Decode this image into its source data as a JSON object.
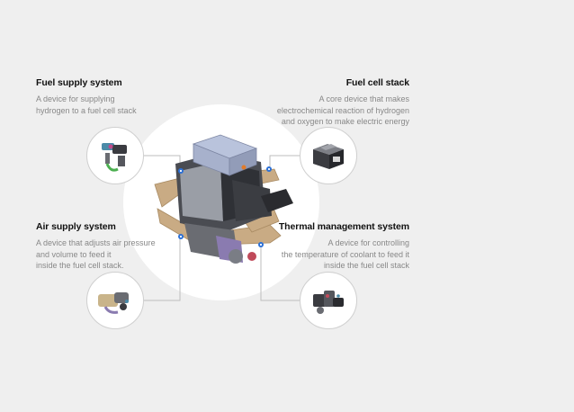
{
  "components": {
    "fuel_supply": {
      "title": "Fuel supply system",
      "desc_lines": [
        "A device for supplying",
        "hydrogen to a fuel cell stack"
      ]
    },
    "fuel_cell": {
      "title": "Fuel cell stack",
      "desc_lines": [
        "A core device that makes",
        "electrochemical reaction of hydrogen",
        "and oxygen to make electric energy"
      ]
    },
    "air_supply": {
      "title": "Air supply system",
      "desc_lines": [
        "A device that adjusts air pressure",
        "and volume to feed it",
        "inside the fuel cell stack."
      ]
    },
    "thermal": {
      "title": "Thermal management system",
      "desc_lines": [
        "A device for controlling",
        "the temperature of coolant to feed it",
        "inside the fuel cell stack"
      ]
    }
  },
  "colors": {
    "background": "#efefef",
    "title": "#111111",
    "description": "#888888",
    "connector": "#bdbdbd",
    "frame": "#c9ab84",
    "stack_top": "#b9c3dc"
  },
  "icons": {
    "central": "fuel-cell-engine-assembly",
    "fuel_supply": "fuel-supply-part",
    "fuel_cell": "fuel-cell-stack-part",
    "air_supply": "air-supply-part",
    "thermal": "thermal-management-part"
  }
}
